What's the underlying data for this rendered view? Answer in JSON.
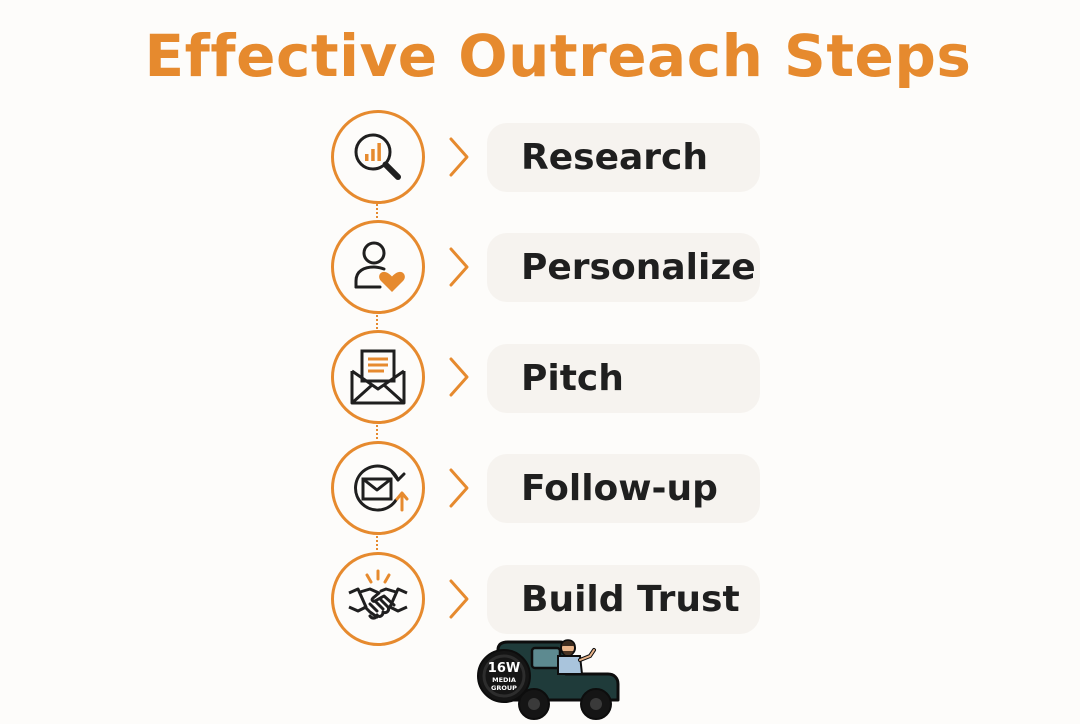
{
  "title": "Effective Outreach Steps",
  "colors": {
    "accent": "#e68a2e",
    "text": "#1f1f1f",
    "pill_background": "#f6f3ef",
    "background": "#fdfcfa"
  },
  "steps": [
    {
      "label": "Research",
      "icon": "magnifier-chart-icon"
    },
    {
      "label": "Personalize",
      "icon": "user-heart-icon"
    },
    {
      "label": "Pitch",
      "icon": "envelope-letter-icon"
    },
    {
      "label": "Follow-up",
      "icon": "mail-refresh-icon"
    },
    {
      "label": "Build Trust",
      "icon": "handshake-icon"
    }
  ],
  "logo": {
    "icon": "jeep-mascot-logo",
    "text": "16W MEDIA GROUP"
  }
}
